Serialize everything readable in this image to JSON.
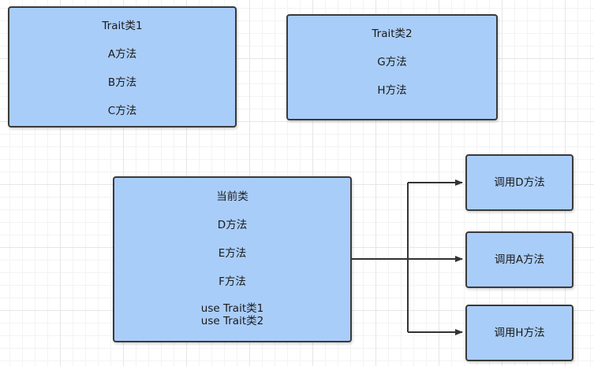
{
  "trait1": {
    "title": "Trait类1",
    "methods": [
      "A方法",
      "B方法",
      "C方法"
    ]
  },
  "trait2": {
    "title": "Trait类2",
    "methods": [
      "G方法",
      "H方法"
    ]
  },
  "current": {
    "title": "当前类",
    "methods": [
      "D方法",
      "E方法",
      "F方法"
    ],
    "uses": [
      "use Trait类1",
      "use Trait类2"
    ]
  },
  "calls": [
    "调用D方法",
    "调用A方法",
    "调用H方法"
  ]
}
